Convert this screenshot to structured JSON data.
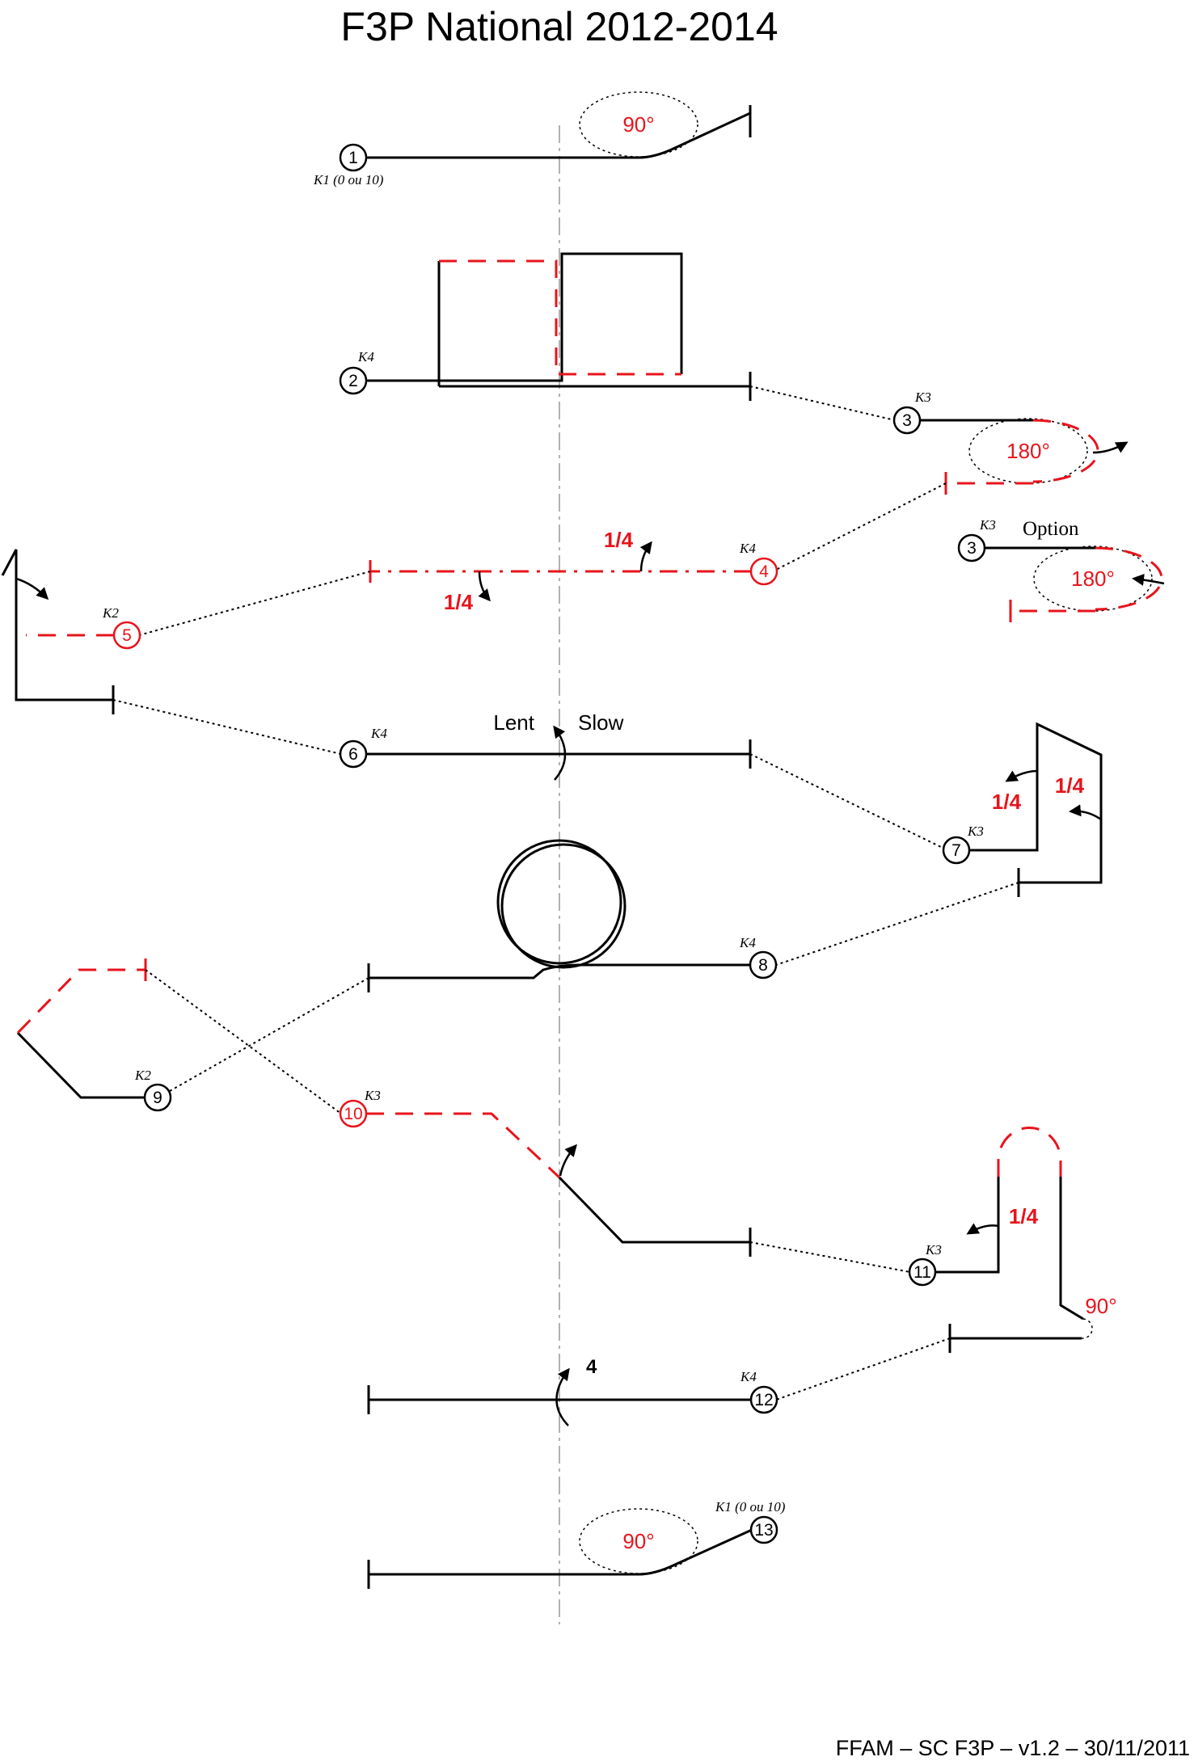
{
  "title": "F3P National 2012-2014",
  "footer": "FFAM  – SC F3P  – v1.2 – 30/11/2011",
  "colors": {
    "line": "#000000",
    "red": "#e8141c",
    "centerline": "#999999"
  },
  "figures": [
    {
      "number": "1",
      "k_factor": "K1 (0 ou 10)",
      "angle": "90°"
    },
    {
      "number": "2",
      "k_factor": "K4"
    },
    {
      "number": "3",
      "k_factor": "K3",
      "angle": "180°"
    },
    {
      "number": "3",
      "k_factor": "K3",
      "option": "Option",
      "angle": "180°"
    },
    {
      "number": "4",
      "k_factor": "K4",
      "roll_upper": "1/4",
      "roll_lower": "1/4"
    },
    {
      "number": "5",
      "k_factor": "K2"
    },
    {
      "number": "6",
      "k_factor": "K4",
      "left": "Lent",
      "right": "Slow"
    },
    {
      "number": "7",
      "k_factor": "K3",
      "roll_a": "1/4",
      "roll_b": "1/4"
    },
    {
      "number": "8",
      "k_factor": "K4"
    },
    {
      "number": "9",
      "k_factor": "K2"
    },
    {
      "number": "10",
      "k_factor": "K3"
    },
    {
      "number": "11",
      "k_factor": "K3",
      "roll": "1/4",
      "angle": "90°"
    },
    {
      "number": "12",
      "k_factor": "K4",
      "points": "4"
    },
    {
      "number": "13",
      "k_factor": "K1 (0 ou 10)",
      "angle": "90°"
    }
  ]
}
